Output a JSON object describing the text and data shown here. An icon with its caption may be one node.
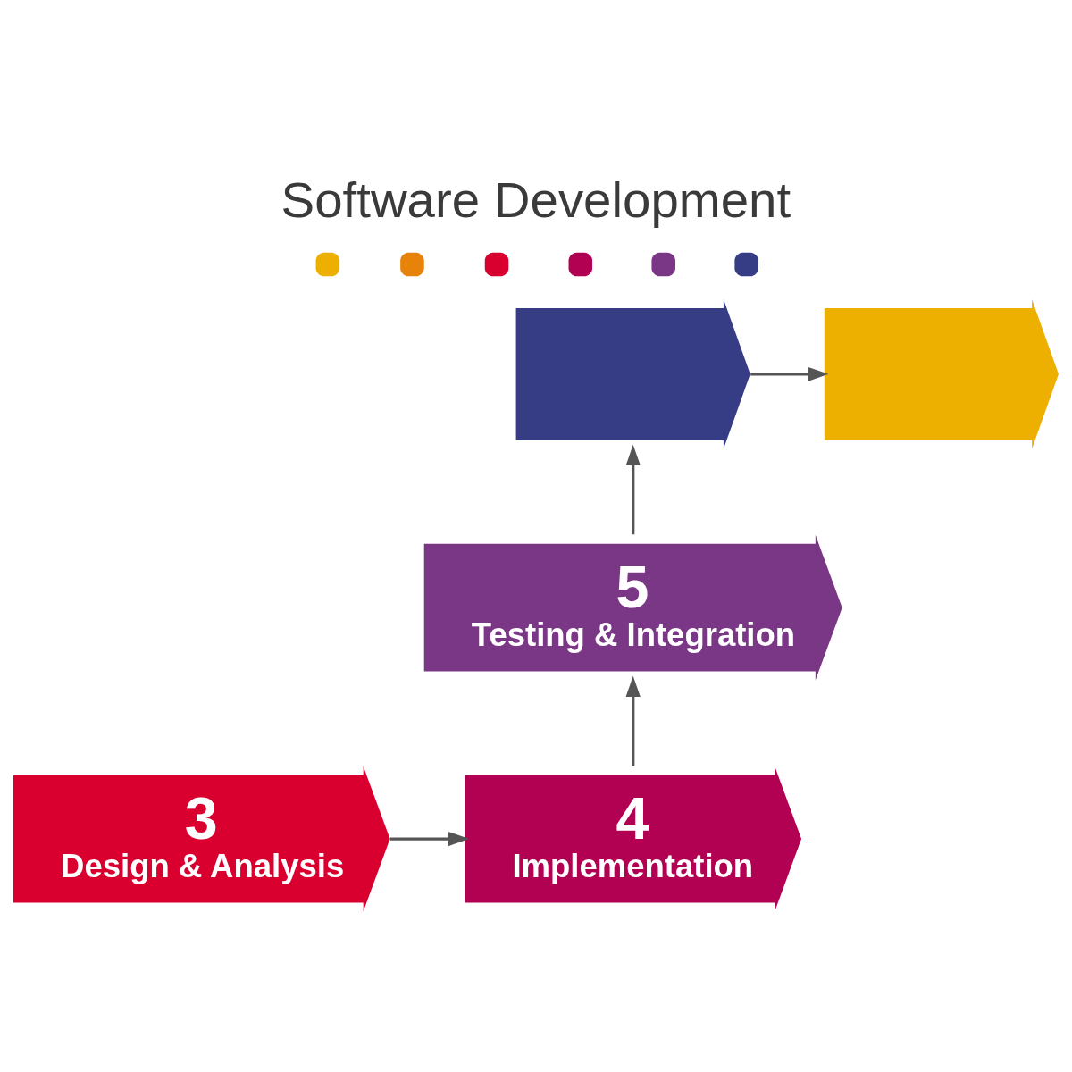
{
  "diagram": {
    "title": "Software Development",
    "nodes": [
      {
        "text": [],
        "shape": "arrow"
      },
      {
        "text": [],
        "shape": "arrow"
      },
      {
        "text": [
          "5",
          "Testing & Integration"
        ]
      },
      {
        "text": [
          "4",
          "Implementation"
        ]
      },
      {
        "text": [
          "3",
          "Design & Analysis"
        ]
      }
    ],
    "edges": [
      {
        "from": 4,
        "to": 3,
        "arrow": "to"
      },
      {
        "from": 3,
        "to": 2,
        "arrow": "to"
      },
      {
        "from": 2,
        "to": 0,
        "arrow": "to"
      },
      {
        "from": 0,
        "to": 1,
        "arrow": "to"
      }
    ]
  }
}
